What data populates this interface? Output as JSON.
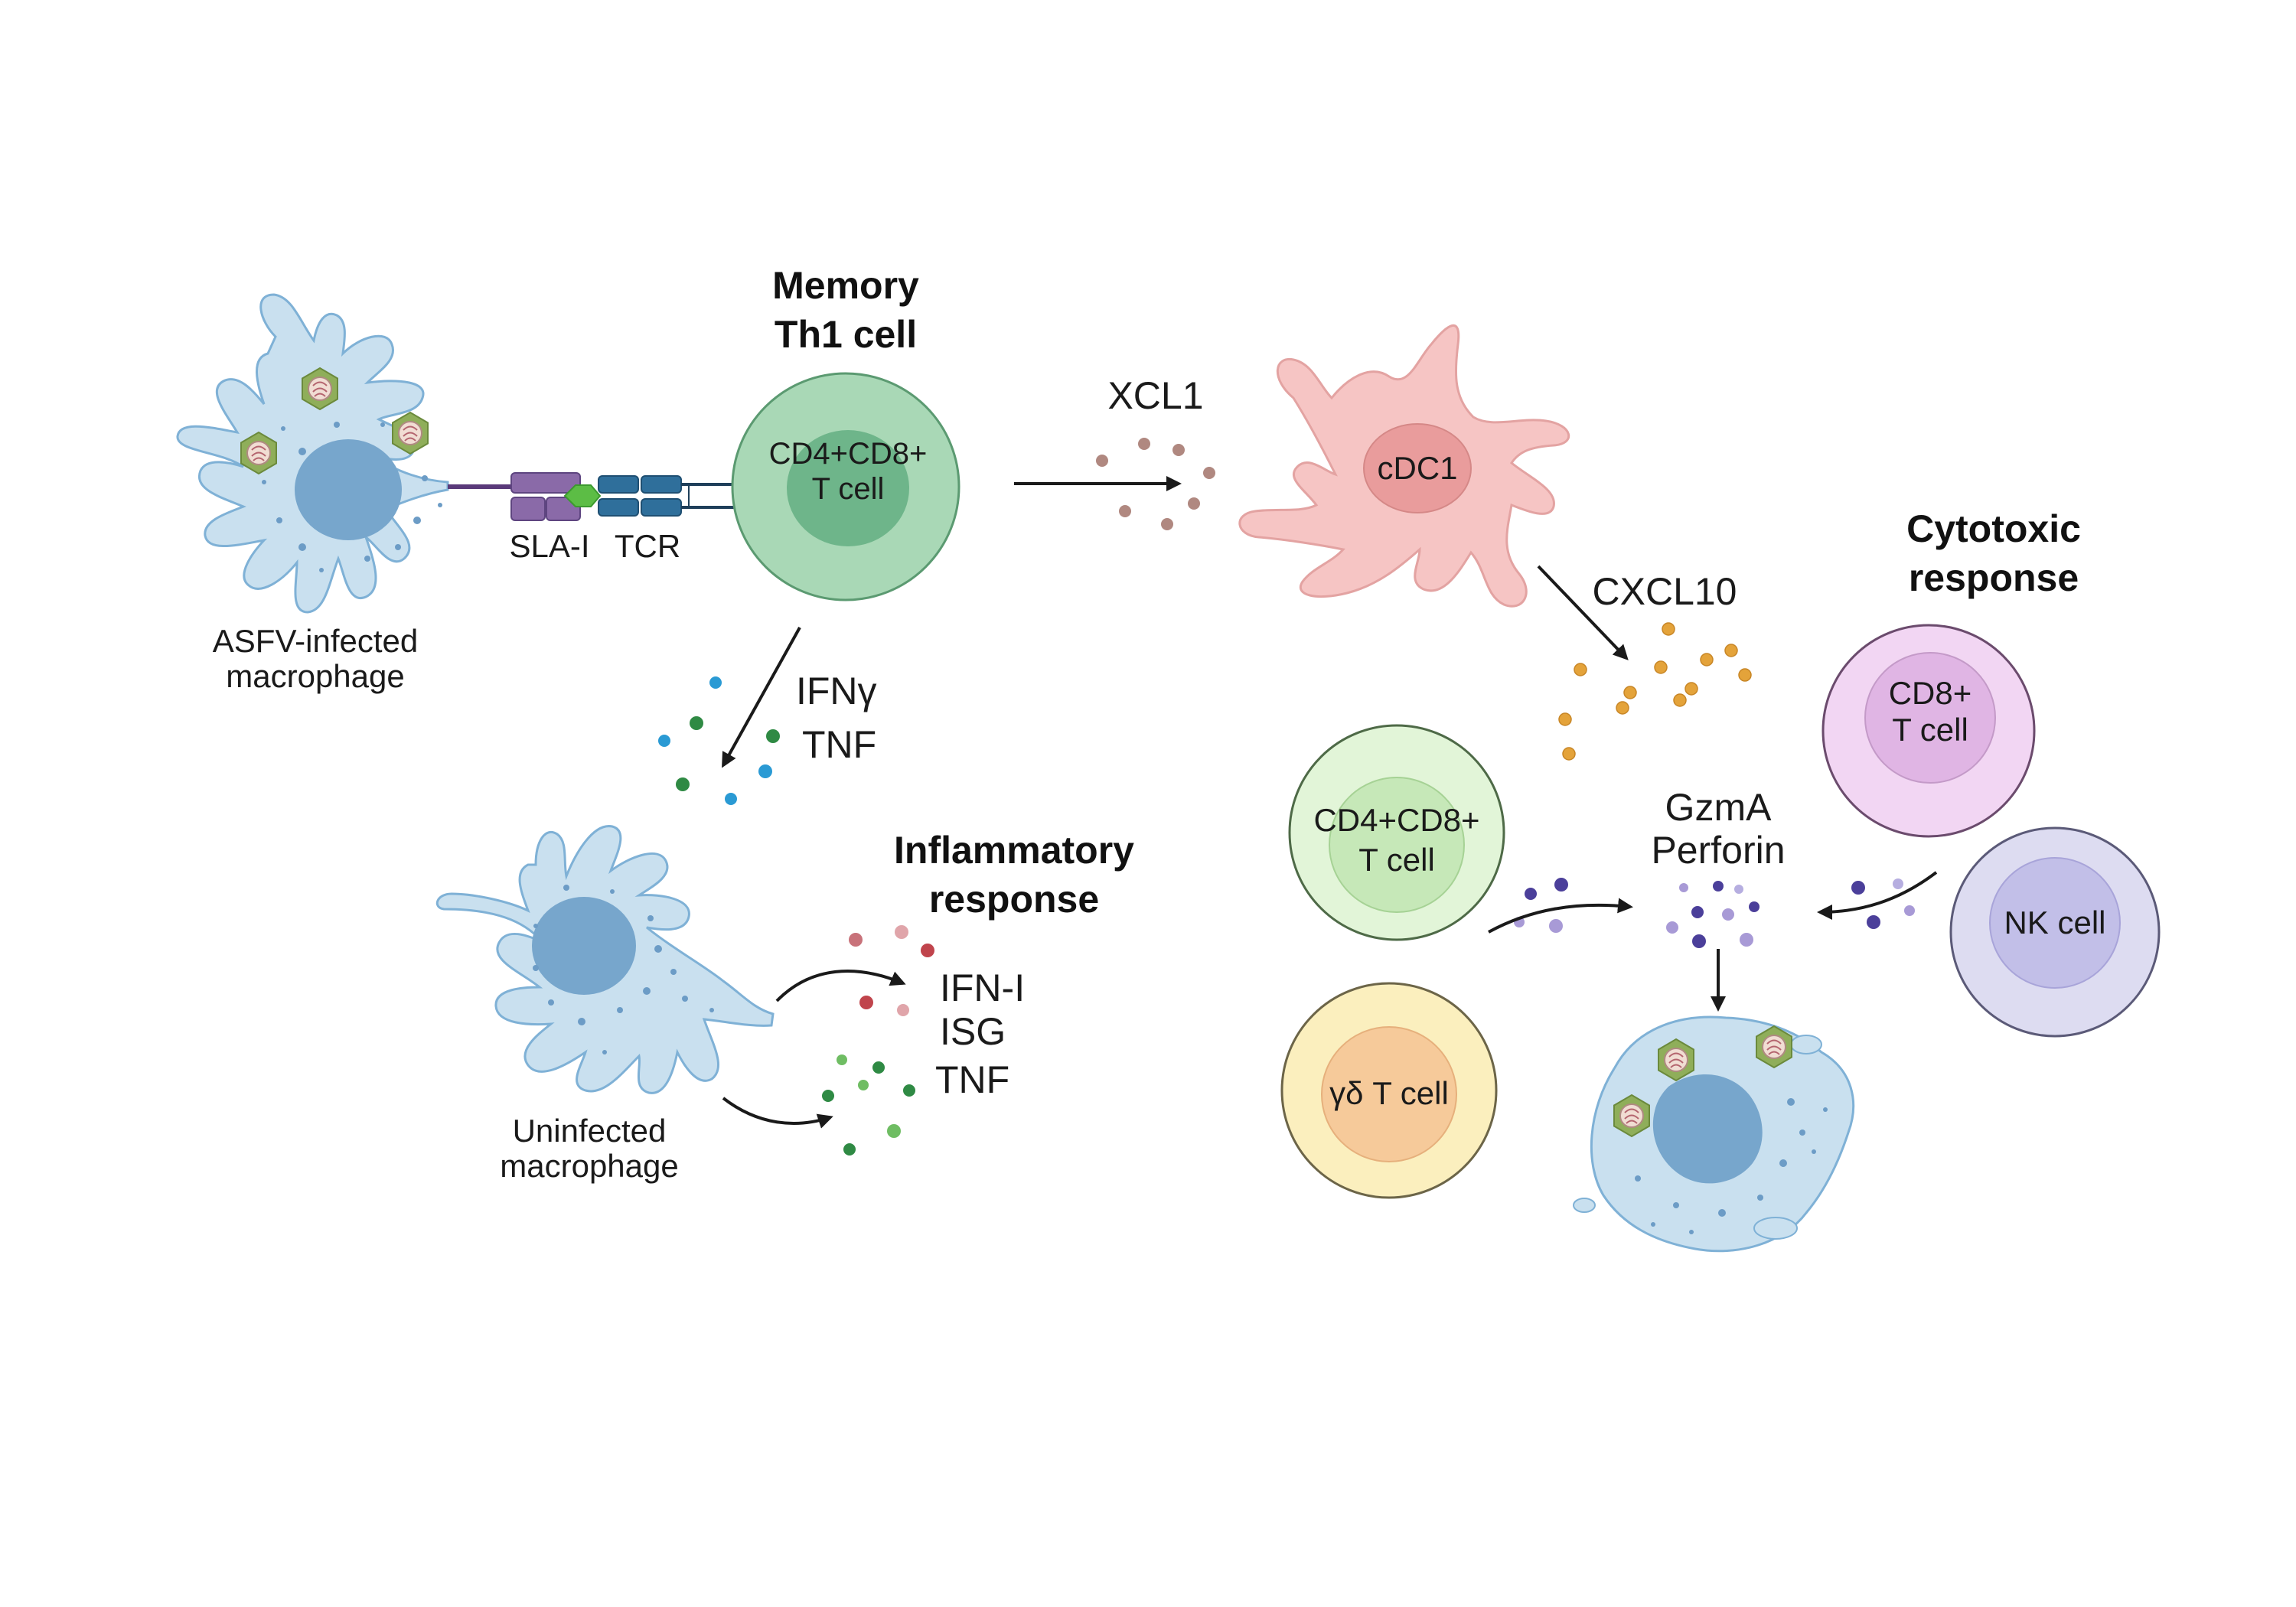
{
  "labels": {
    "memory_line1": "Memory",
    "memory_line2": "Th1 cell",
    "th1_cell_line1": "CD4+CD8+",
    "th1_cell_line2": "T cell",
    "sla": "SLA-I",
    "tcr": "TCR",
    "infected_line1": "ASFV-infected",
    "infected_line2": "macrophage",
    "xcl1": "XCL1",
    "cdc1": "cDC1",
    "cxcl10": "CXCL10",
    "ifng": "IFNγ",
    "tnf_top": "TNF",
    "uninfected_line1": "Uninfected",
    "uninfected_line2": "macrophage",
    "inflammatory_line1": "Inflammatory",
    "inflammatory_line2": "response",
    "ifn_i": "IFN-I",
    "isg": "ISG",
    "tnf_bottom": "TNF",
    "cytotoxic_line1": "Cytotoxic",
    "cytotoxic_line2": "response",
    "cd8_line1": "CD8+",
    "cd8_line2": "T cell",
    "cd4cd8_line1": "CD4+CD8+",
    "cd4cd8_line2": "T cell",
    "gd": "γδ T cell",
    "nk": "NK cell",
    "gzma": "GzmA",
    "perforin": "Perforin"
  },
  "colors": {
    "macrophage_fill": "#c9e0ef",
    "macrophage_stroke": "#7fb1d6",
    "macrophage_nucleus": "#77a6cc",
    "th1_outer": "#a9d8b6",
    "th1_inner": "#6eb58a",
    "cdc1_fill": "#f6c5c4",
    "cdc1_nucleus": "#e99c9c",
    "cd8_outer": "#f2d6f3",
    "cd8_inner": "#e0b5e4",
    "nk_outer": "#dddcf1",
    "nk_inner": "#c2bfe8",
    "cd4cd8_outer": "#e2f5d8",
    "cd4cd8_inner": "#c6e8b8",
    "gd_outer": "#fbefbe",
    "gd_inner": "#f6ca9a",
    "sla_purple": "#8a6aa8",
    "tcr_blue": "#2f6f9b",
    "arrow": "#1a1a1a"
  },
  "icons": [
    "virus-icon",
    "arrow-icon",
    "curved-arrow-icon"
  ]
}
